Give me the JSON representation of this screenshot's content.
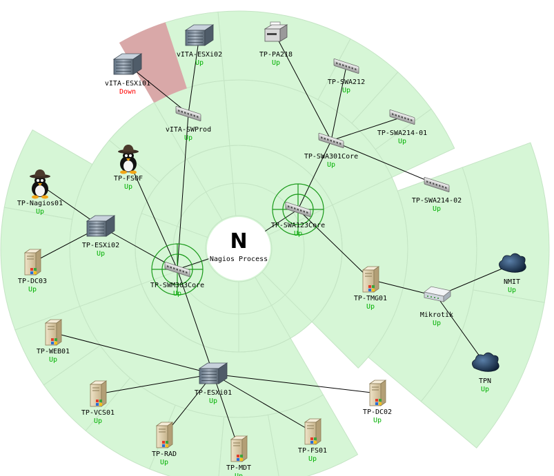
{
  "root": {
    "logo": "N",
    "label": "Nagios Process",
    "icon": "nagios-logo"
  },
  "colors": {
    "up": "#00b000",
    "down": "#ff0000",
    "ring_fill": "#d6f6d6",
    "down_fill": "#d9a8a8",
    "selected_ring": "#1a9a1a"
  },
  "hosts": [
    {
      "id": "swm303core",
      "name": "TP-SWM303Core",
      "status": "Up",
      "icon": "switch-icon",
      "parent": "root",
      "selected": true
    },
    {
      "id": "swa123core",
      "name": "TP-SWA123Core",
      "status": "Up",
      "icon": "switch-icon",
      "parent": "root",
      "selected": true
    },
    {
      "id": "swa301core",
      "name": "TP-SWA301Core",
      "status": "Up",
      "icon": "switch-icon",
      "parent": "swa123core"
    },
    {
      "id": "pa218",
      "name": "TP-PA218",
      "status": "Up",
      "icon": "printer-icon",
      "parent": "swa301core"
    },
    {
      "id": "swa212",
      "name": "TP-SWA212",
      "status": "Up",
      "icon": "switch-icon",
      "parent": "swa301core"
    },
    {
      "id": "swa21401",
      "name": "TP-SWA214-01",
      "status": "Up",
      "icon": "switch-icon",
      "parent": "swa301core"
    },
    {
      "id": "swa21402",
      "name": "TP-SWA214-02",
      "status": "Up",
      "icon": "switch-icon",
      "parent": "swa301core"
    },
    {
      "id": "tmg01",
      "name": "TP-TMG01",
      "status": "Up",
      "icon": "windows-server-icon",
      "parent": "swa123core"
    },
    {
      "id": "mikrotik",
      "name": "Mikrotik",
      "status": "Up",
      "icon": "router-icon",
      "parent": "tmg01"
    },
    {
      "id": "nmit",
      "name": "NMIT",
      "status": "Up",
      "icon": "cloud-icon",
      "parent": "mikrotik"
    },
    {
      "id": "tpn",
      "name": "TPN",
      "status": "Up",
      "icon": "cloud-icon",
      "parent": "mikrotik"
    },
    {
      "id": "swprod",
      "name": "vITA-SWProd",
      "status": "Up",
      "icon": "switch-icon",
      "parent": "swm303core"
    },
    {
      "id": "esxi02v",
      "name": "vITA-ESXi02",
      "status": "Up",
      "icon": "esx-server-icon",
      "parent": "swprod"
    },
    {
      "id": "esxi01v",
      "name": "vITA-ESXi01",
      "status": "Down",
      "icon": "esx-server-icon",
      "parent": "swprod"
    },
    {
      "id": "fsof",
      "name": "TP-FSOF",
      "status": "Up",
      "icon": "linux-tux-icon",
      "parent": "swm303core"
    },
    {
      "id": "esxi02",
      "name": "TP-ESXi02",
      "status": "Up",
      "icon": "esx-server-icon",
      "parent": "swm303core"
    },
    {
      "id": "nagios01",
      "name": "TP-Nagios01",
      "status": "Up",
      "icon": "linux-tux-icon",
      "parent": "esxi02"
    },
    {
      "id": "dc03",
      "name": "TP-DC03",
      "status": "Up",
      "icon": "windows-server-icon",
      "parent": "esxi02"
    },
    {
      "id": "esxi01",
      "name": "TP-ESXi01",
      "status": "Up",
      "icon": "esx-server-icon",
      "parent": "swm303core"
    },
    {
      "id": "web01",
      "name": "TP-WEB01",
      "status": "Up",
      "icon": "windows-server-icon",
      "parent": "esxi01"
    },
    {
      "id": "vcs01",
      "name": "TP-VCS01",
      "status": "Up",
      "icon": "windows-server-icon",
      "parent": "esxi01"
    },
    {
      "id": "rad",
      "name": "TP-RAD",
      "status": "Up",
      "icon": "windows-server-icon",
      "parent": "esxi01"
    },
    {
      "id": "mdt",
      "name": "TP-MDT",
      "status": "Up",
      "icon": "windows-server-icon",
      "parent": "esxi01"
    },
    {
      "id": "fs01",
      "name": "TP-FS01",
      "status": "Up",
      "icon": "windows-server-icon",
      "parent": "esxi01"
    },
    {
      "id": "dc02",
      "name": "TP-DC02",
      "status": "Up",
      "icon": "windows-server-icon",
      "parent": "esxi01"
    }
  ]
}
